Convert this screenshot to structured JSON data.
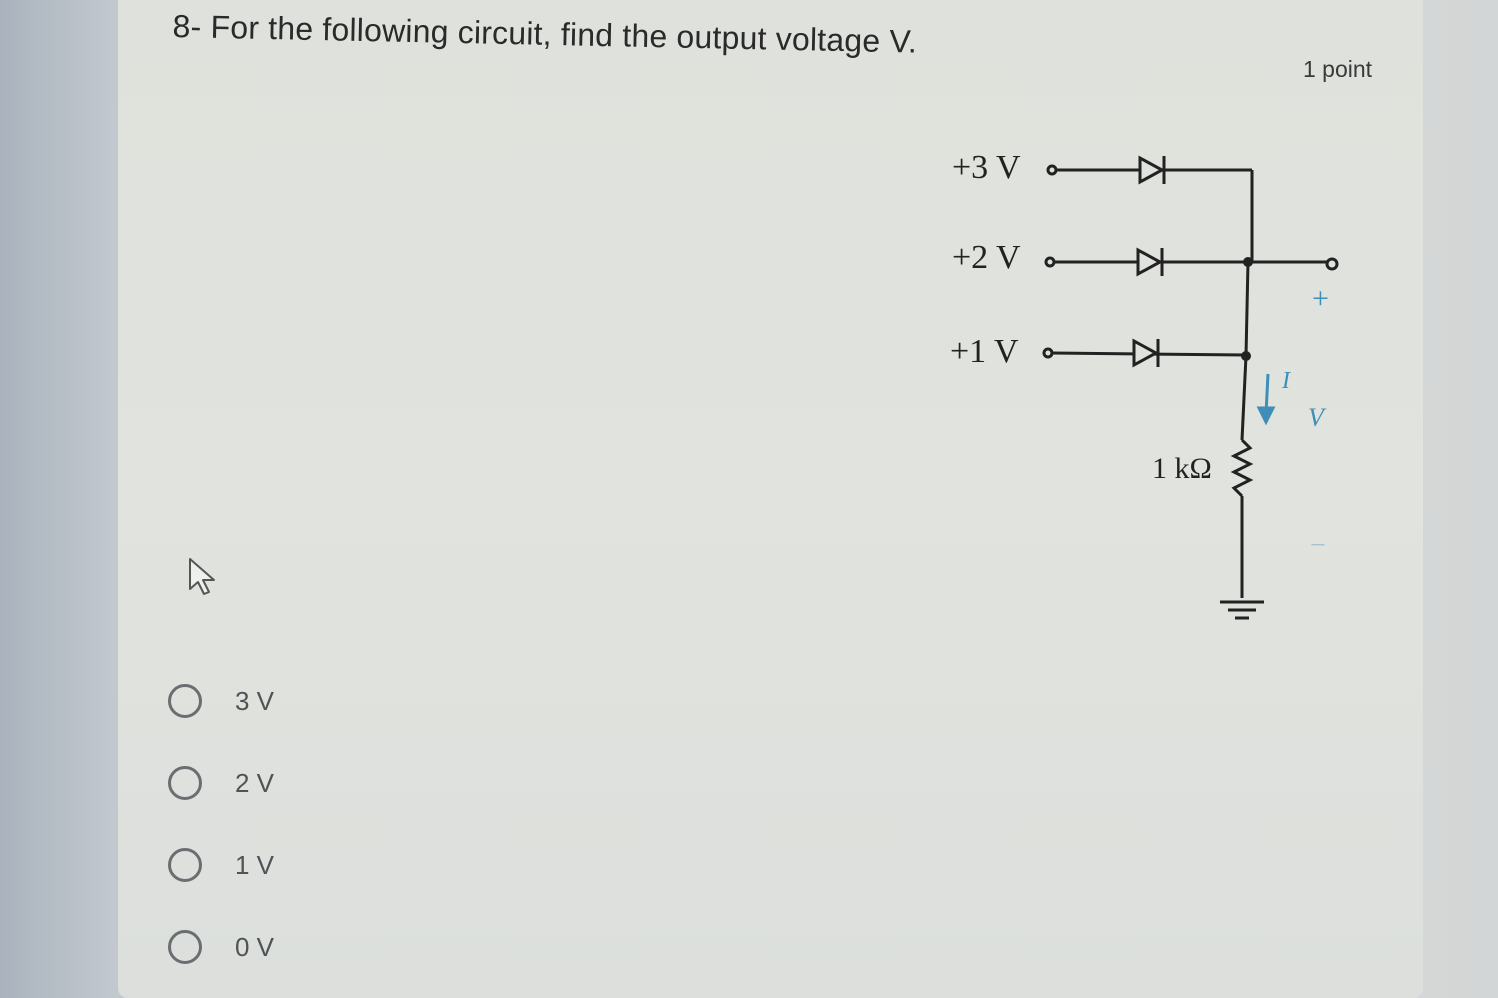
{
  "question": {
    "title": "8- For the following circuit, find the output voltage V.",
    "points": "1 point"
  },
  "circuit": {
    "inputs": [
      "+3 V",
      "+2 V",
      "+1 V"
    ],
    "resistor_label": "1 kΩ",
    "current_label": "I",
    "output_plus": "+",
    "output_label": "V",
    "output_minus": "−"
  },
  "options": [
    {
      "label": "3 V",
      "selected": false
    },
    {
      "label": "2 V",
      "selected": false
    },
    {
      "label": "1 V",
      "selected": false
    },
    {
      "label": "0 V",
      "selected": false
    }
  ],
  "icons": {
    "cursor": "mouse-pointer-icon",
    "radio": "radio-unchecked-icon",
    "diode": "diode-symbol-icon",
    "resistor": "resistor-symbol-icon",
    "ground": "ground-symbol-icon"
  },
  "colors": {
    "annotation_blue": "#3d8fb8",
    "text": "#2a2a2a",
    "radio_border": "#6b6e71"
  }
}
